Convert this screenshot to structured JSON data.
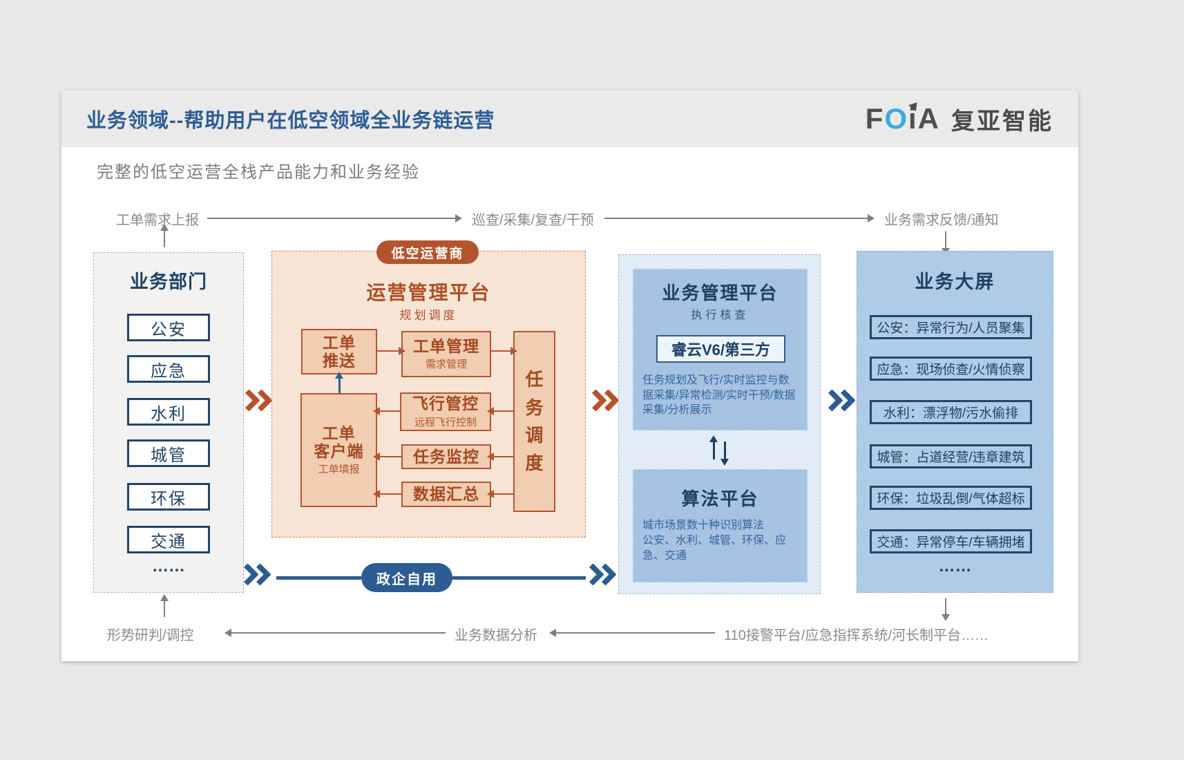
{
  "header": {
    "title": "业务领域--帮助用户在低空领域全业务链运营",
    "logo": {
      "part1": "F",
      "part2": "O",
      "part3": "iA",
      "name": "复亚智能"
    }
  },
  "subtitle": "完整的低空运营全栈产品能力和业务经验",
  "top_flow": {
    "step1": "工单需求上报",
    "step2": "巡查/采集/复查/干预",
    "step3": "业务需求反馈/通知"
  },
  "departments": {
    "title": "业务部门",
    "items": [
      "公安",
      "应急",
      "水利",
      "城管",
      "环保",
      "交通"
    ],
    "more": "……"
  },
  "ops": {
    "badge": "低空运营商",
    "title": "运营管理平台",
    "subtitle": "规划调度",
    "boxes": {
      "push": {
        "label": "工单\n推送"
      },
      "manage": {
        "label": "工单管理",
        "sub": "需求管理"
      },
      "dispatch": {
        "label": "任务调度"
      },
      "client": {
        "label": "工单\n客户端",
        "sub": "工单填报"
      },
      "flight": {
        "label": "飞行管控",
        "sub": "远程飞行控制"
      },
      "monitor": {
        "label": "任务监控"
      },
      "data": {
        "label": "数据汇总"
      }
    }
  },
  "biz": {
    "title": "业务管理平台",
    "subtitle": "执行核查",
    "core": "睿云V6/第三方",
    "desc": "任务规划及飞行/实时监控与数据采集/异常检测/实时干预/数据采集/分析展示"
  },
  "algo": {
    "title": "算法平台",
    "line1": "城市场景数十种识别算法",
    "line2": "公安、水利、城管、环保、应急、交通"
  },
  "screen": {
    "title": "业务大屏",
    "items": [
      "公安：异常行为/人员聚集",
      "应急：现场侦查/火情侦察",
      "水利：漂浮物/污水偷排",
      "城管：占道经营/违章建筑",
      "环保：垃圾乱倒/气体超标",
      "交通：异常停车/车辆拥堵"
    ],
    "more": "……"
  },
  "bottom": {
    "badge": "政企自用",
    "step1": "形势研判/调控",
    "step2": "业务数据分析",
    "step3": "110接警平台/应急指挥系统/河长制平台……"
  },
  "colors": {
    "navy": "#1f4467",
    "brand_blue": "#2d5c92",
    "orange": "#b4552e",
    "panel_orange_bg": "#f8e4d5",
    "panel_blue_bg": "#a6c3e2",
    "screen_bg": "#aecbe8",
    "logo_blue": "#3fa9e1",
    "gray_text": "#8a8a8a"
  }
}
